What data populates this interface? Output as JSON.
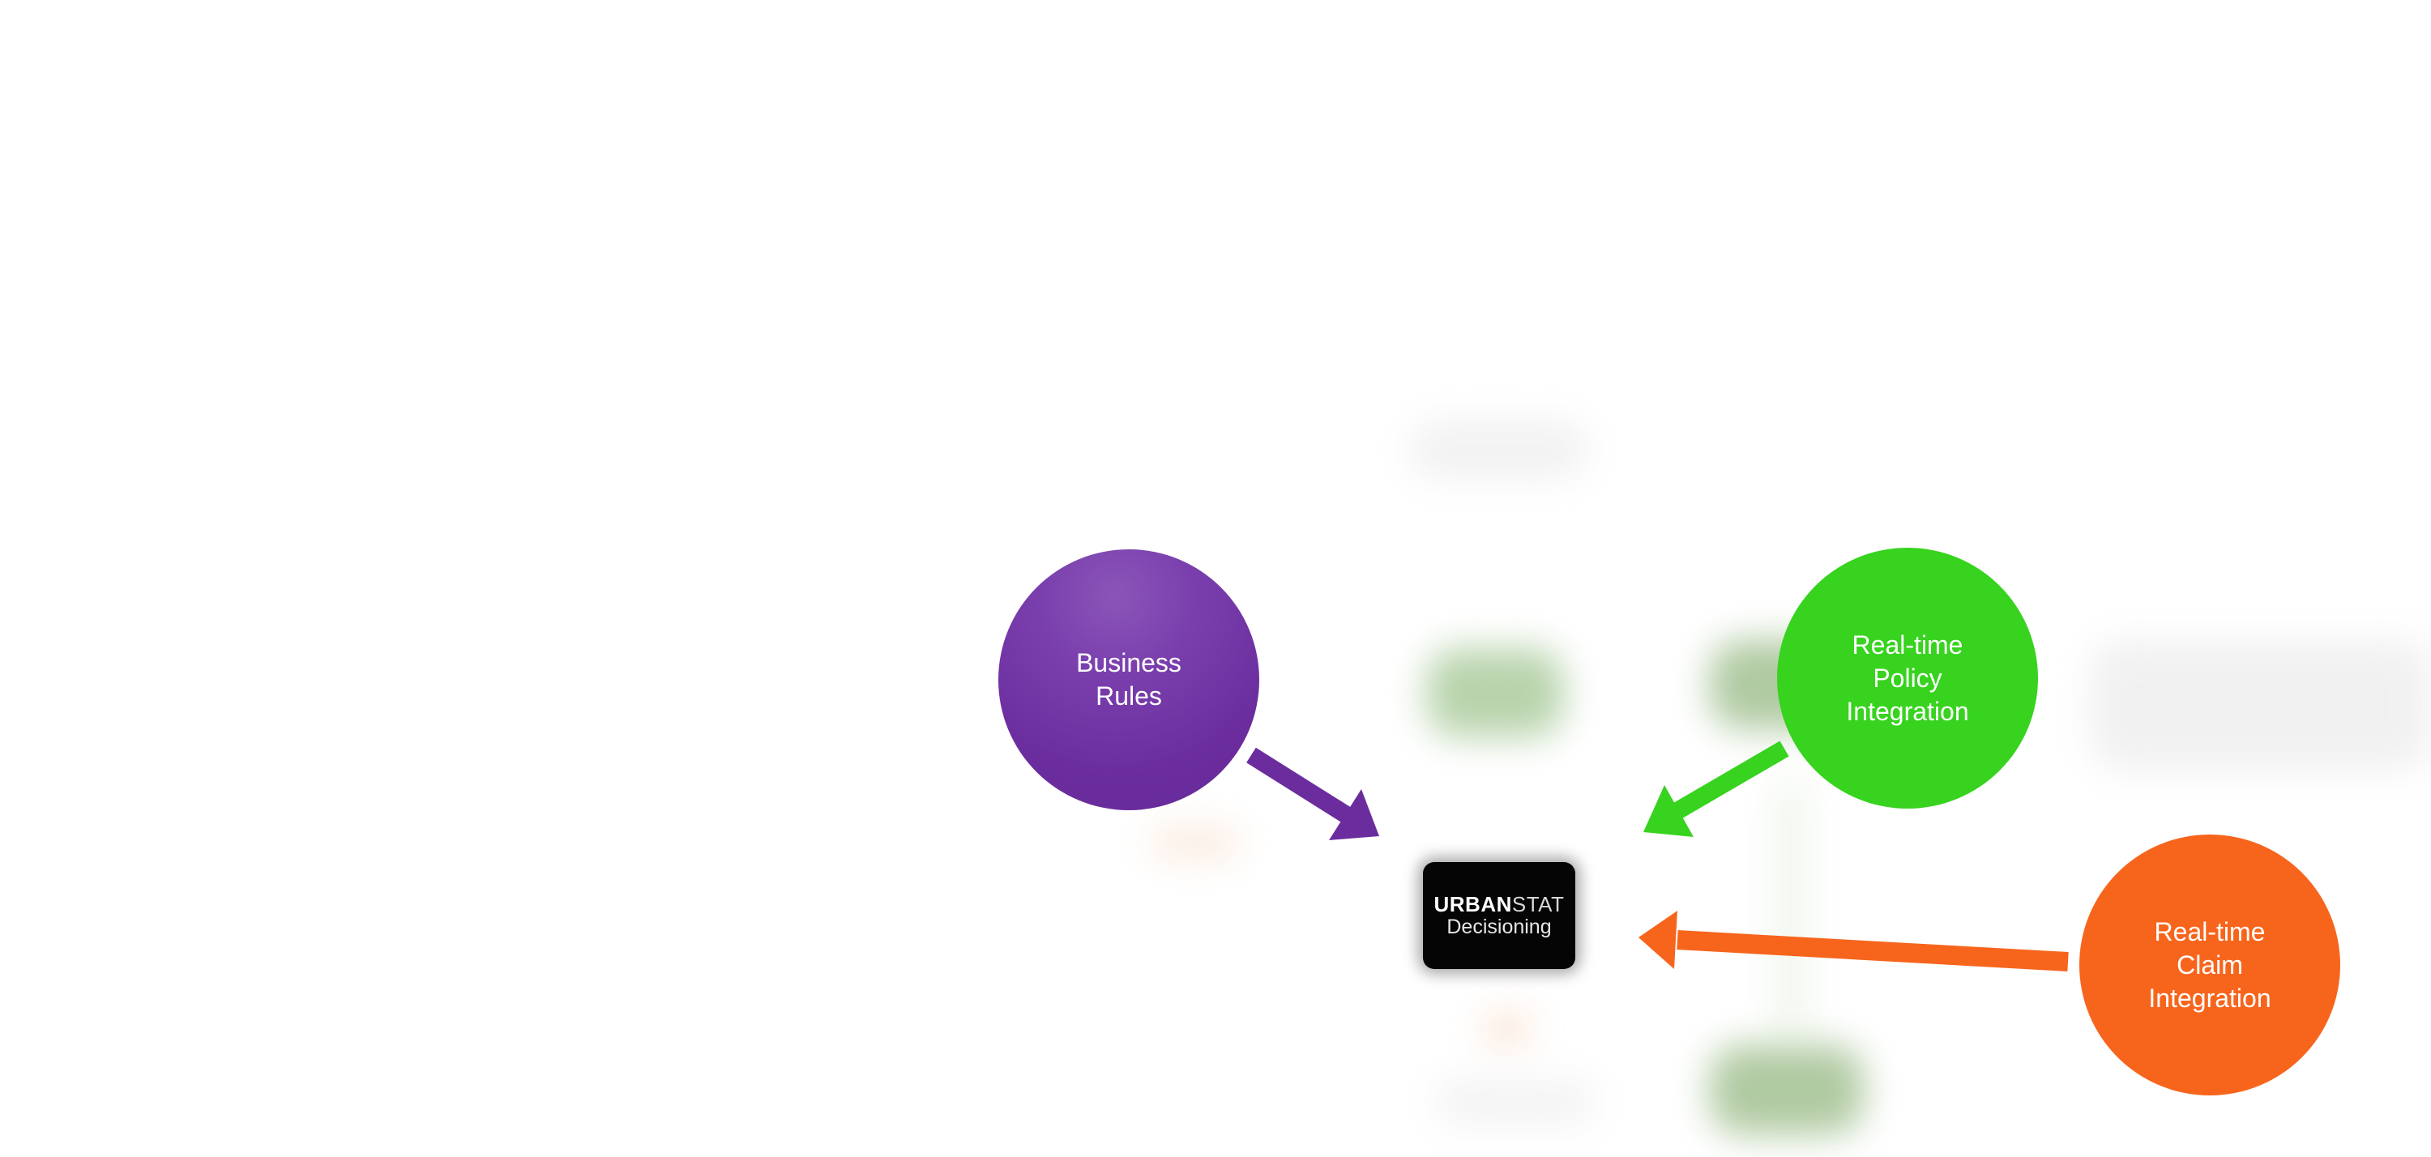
{
  "nodes": {
    "business_rules": {
      "label": "Business\nRules",
      "color": "#6b2d9e"
    },
    "policy_integration": {
      "label": "Real-time\nPolicy\nIntegration",
      "color": "#37d31f"
    },
    "claim_integration": {
      "label": "Real-time\nClaim\nIntegration",
      "color": "#f7651c"
    }
  },
  "center": {
    "brand_bold": "URBAN",
    "brand_light": "STAT",
    "subtitle": "Decisioning",
    "color": "#050505"
  },
  "arrows": [
    {
      "from": "business_rules",
      "to": "center",
      "color": "#6b2d9e"
    },
    {
      "from": "policy_integration",
      "to": "center",
      "color": "#37d31f"
    },
    {
      "from": "claim_integration",
      "to": "center",
      "color": "#f7651c"
    }
  ]
}
